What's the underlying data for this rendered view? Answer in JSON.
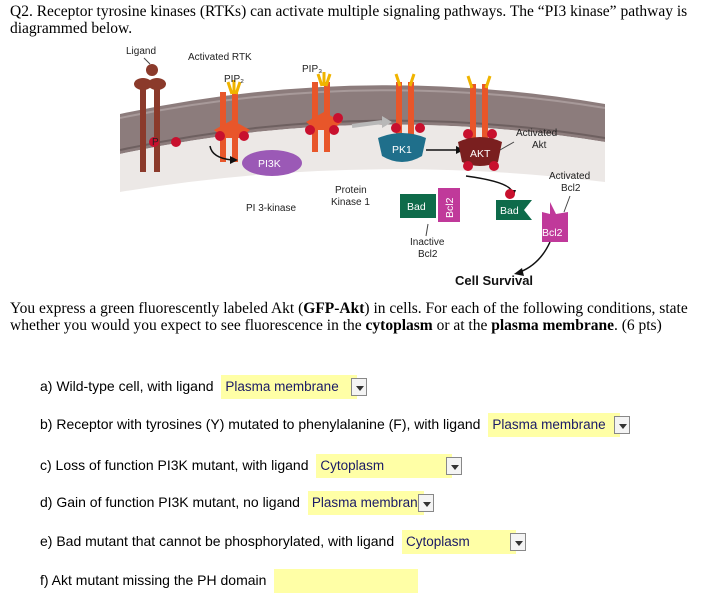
{
  "intro": {
    "text": "Q2. Receptor tyrosine kinases (RTKs) can activate multiple signaling pathways. The “PI3 kinase” pathway is diagrammed below."
  },
  "diagram": {
    "ligand": "Ligand",
    "activated_rtk": "Activated RTK",
    "pip2": "PIP₂",
    "pip3": "PIP₃",
    "p": "P",
    "pi3k": "PI3K",
    "pi3_kinase": "PI 3-kinase",
    "pk1": "PK1",
    "protein_kinase_1_line1": "Protein",
    "protein_kinase_1_line2": "Kinase 1",
    "akt": "AKT",
    "activated_akt_line1": "Activated",
    "activated_akt_line2": "Akt",
    "activated_bcl2_line1": "Activated",
    "activated_bcl2_line2": "Bcl2",
    "bad": "Bad",
    "bcl2": "Bcl2",
    "inactive_bcl2_line1": "Inactive",
    "inactive_bcl2_line2": "Bcl2",
    "cell_survival": "Cell Survival",
    "colors": {
      "membrane": "#8c7c7c",
      "receptor": "#8b3a2b",
      "kinase_orange": "#e8562a",
      "phosphate": "#c8102e",
      "pi3k": "#9b59b6",
      "pk1": "#1f6f8b",
      "akt": "#7a1f1f",
      "bad": "#0e6b4a",
      "bcl2": "#c0399a",
      "pip_yellow": "#f0b400"
    }
  },
  "question": {
    "text_1": "You express a green fluorescently labeled Akt (",
    "bold_1": "GFP-Akt",
    "text_2": ") in cells. For each of the following conditions, state whether you would you expect to see fluorescence in the ",
    "bold_2": "cytoplasm",
    "text_3": " or at the ",
    "bold_3": "plasma membrane",
    "text_4": ". (6 pts)"
  },
  "items": [
    {
      "label": "a)  Wild-type cell, with ligand",
      "answer": "Plasma membrane"
    },
    {
      "label": "b)  Receptor with tyrosines (Y) mutated to phenylalanine (F), with ligand",
      "answer": "Plasma membrane"
    },
    {
      "label": "c)  Loss of function PI3K mutant, with ligand",
      "answer": "Cytoplasm"
    },
    {
      "label": "d)  Gain of function PI3K mutant, no ligand",
      "answer": "Plasma membrane"
    },
    {
      "label": "e)  Bad mutant that cannot be phosphorylated, with ligand",
      "answer": "Cytoplasm"
    },
    {
      "label": "f)  Akt mutant missing the PH domain",
      "answer": ""
    }
  ]
}
